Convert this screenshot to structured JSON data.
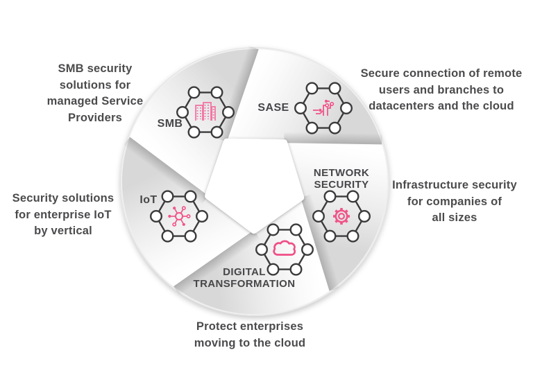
{
  "background_color": "#ffffff",
  "colors": {
    "accent_pink": "#ef5589",
    "icon_outline_dark": "#3b3b3d",
    "text_gray": "#4b4b4d",
    "blade_light": "#ffffff",
    "blade_dark": "#d8d8d8"
  },
  "segments": [
    {
      "name": "SMB",
      "label_lines": [
        "SMB"
      ],
      "icon": "buildings-icon",
      "description_lines": [
        "SMB security",
        "solutions for",
        "managed Service",
        "Providers"
      ]
    },
    {
      "name": "SASE",
      "label_lines": [
        "SASE"
      ],
      "icon": "circuit-icon",
      "description_lines": [
        "Secure connection of remote",
        "users and branches to",
        "datacenters and the cloud"
      ]
    },
    {
      "name": "NETWORK SECURITY",
      "label_lines": [
        "NETWORK",
        "SECURITY"
      ],
      "icon": "gear-icon",
      "description_lines": [
        "Infrastructure security",
        "for companies of",
        "all sizes"
      ]
    },
    {
      "name": "DIGITAL TRANSFORMATION",
      "label_lines": [
        "DIGITAL",
        "TRANSFORMATION"
      ],
      "icon": "cloud-icon",
      "description_lines": [
        "Protect enterprises",
        "moving to the cloud"
      ]
    },
    {
      "name": "IoT",
      "label_lines": [
        "IoT"
      ],
      "icon": "hub-icon",
      "description_lines": [
        "Security solutions",
        "for enterprise IoT",
        "by vertical"
      ]
    }
  ]
}
